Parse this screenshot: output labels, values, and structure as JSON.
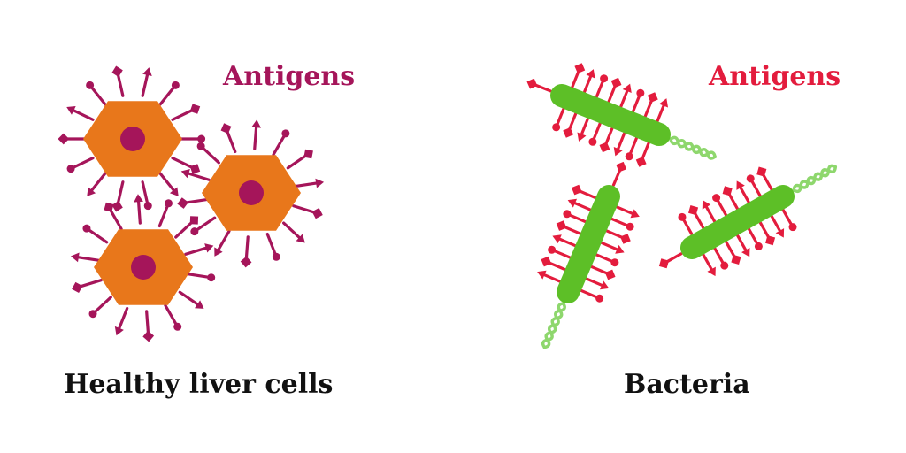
{
  "panels": {
    "left": {
      "title": "Healthy liver cells",
      "antigen_label": "Antigens",
      "antigen_color": "#a5155a",
      "cell_color": "#e8771b",
      "nucleus_color": "#a5155a",
      "cell_count": 3
    },
    "right": {
      "title": "Bacteria",
      "antigen_label": "Antigens",
      "antigen_color": "#e31c3d",
      "bacterium_color": "#5dbf27",
      "flagellum_color": "#8ed76d",
      "bacterium_count": 3
    }
  },
  "icons": [
    "hexagon-cell-icon",
    "nucleus-icon",
    "antigen-spike-icon",
    "rod-bacterium-icon",
    "flagellum-icon"
  ]
}
